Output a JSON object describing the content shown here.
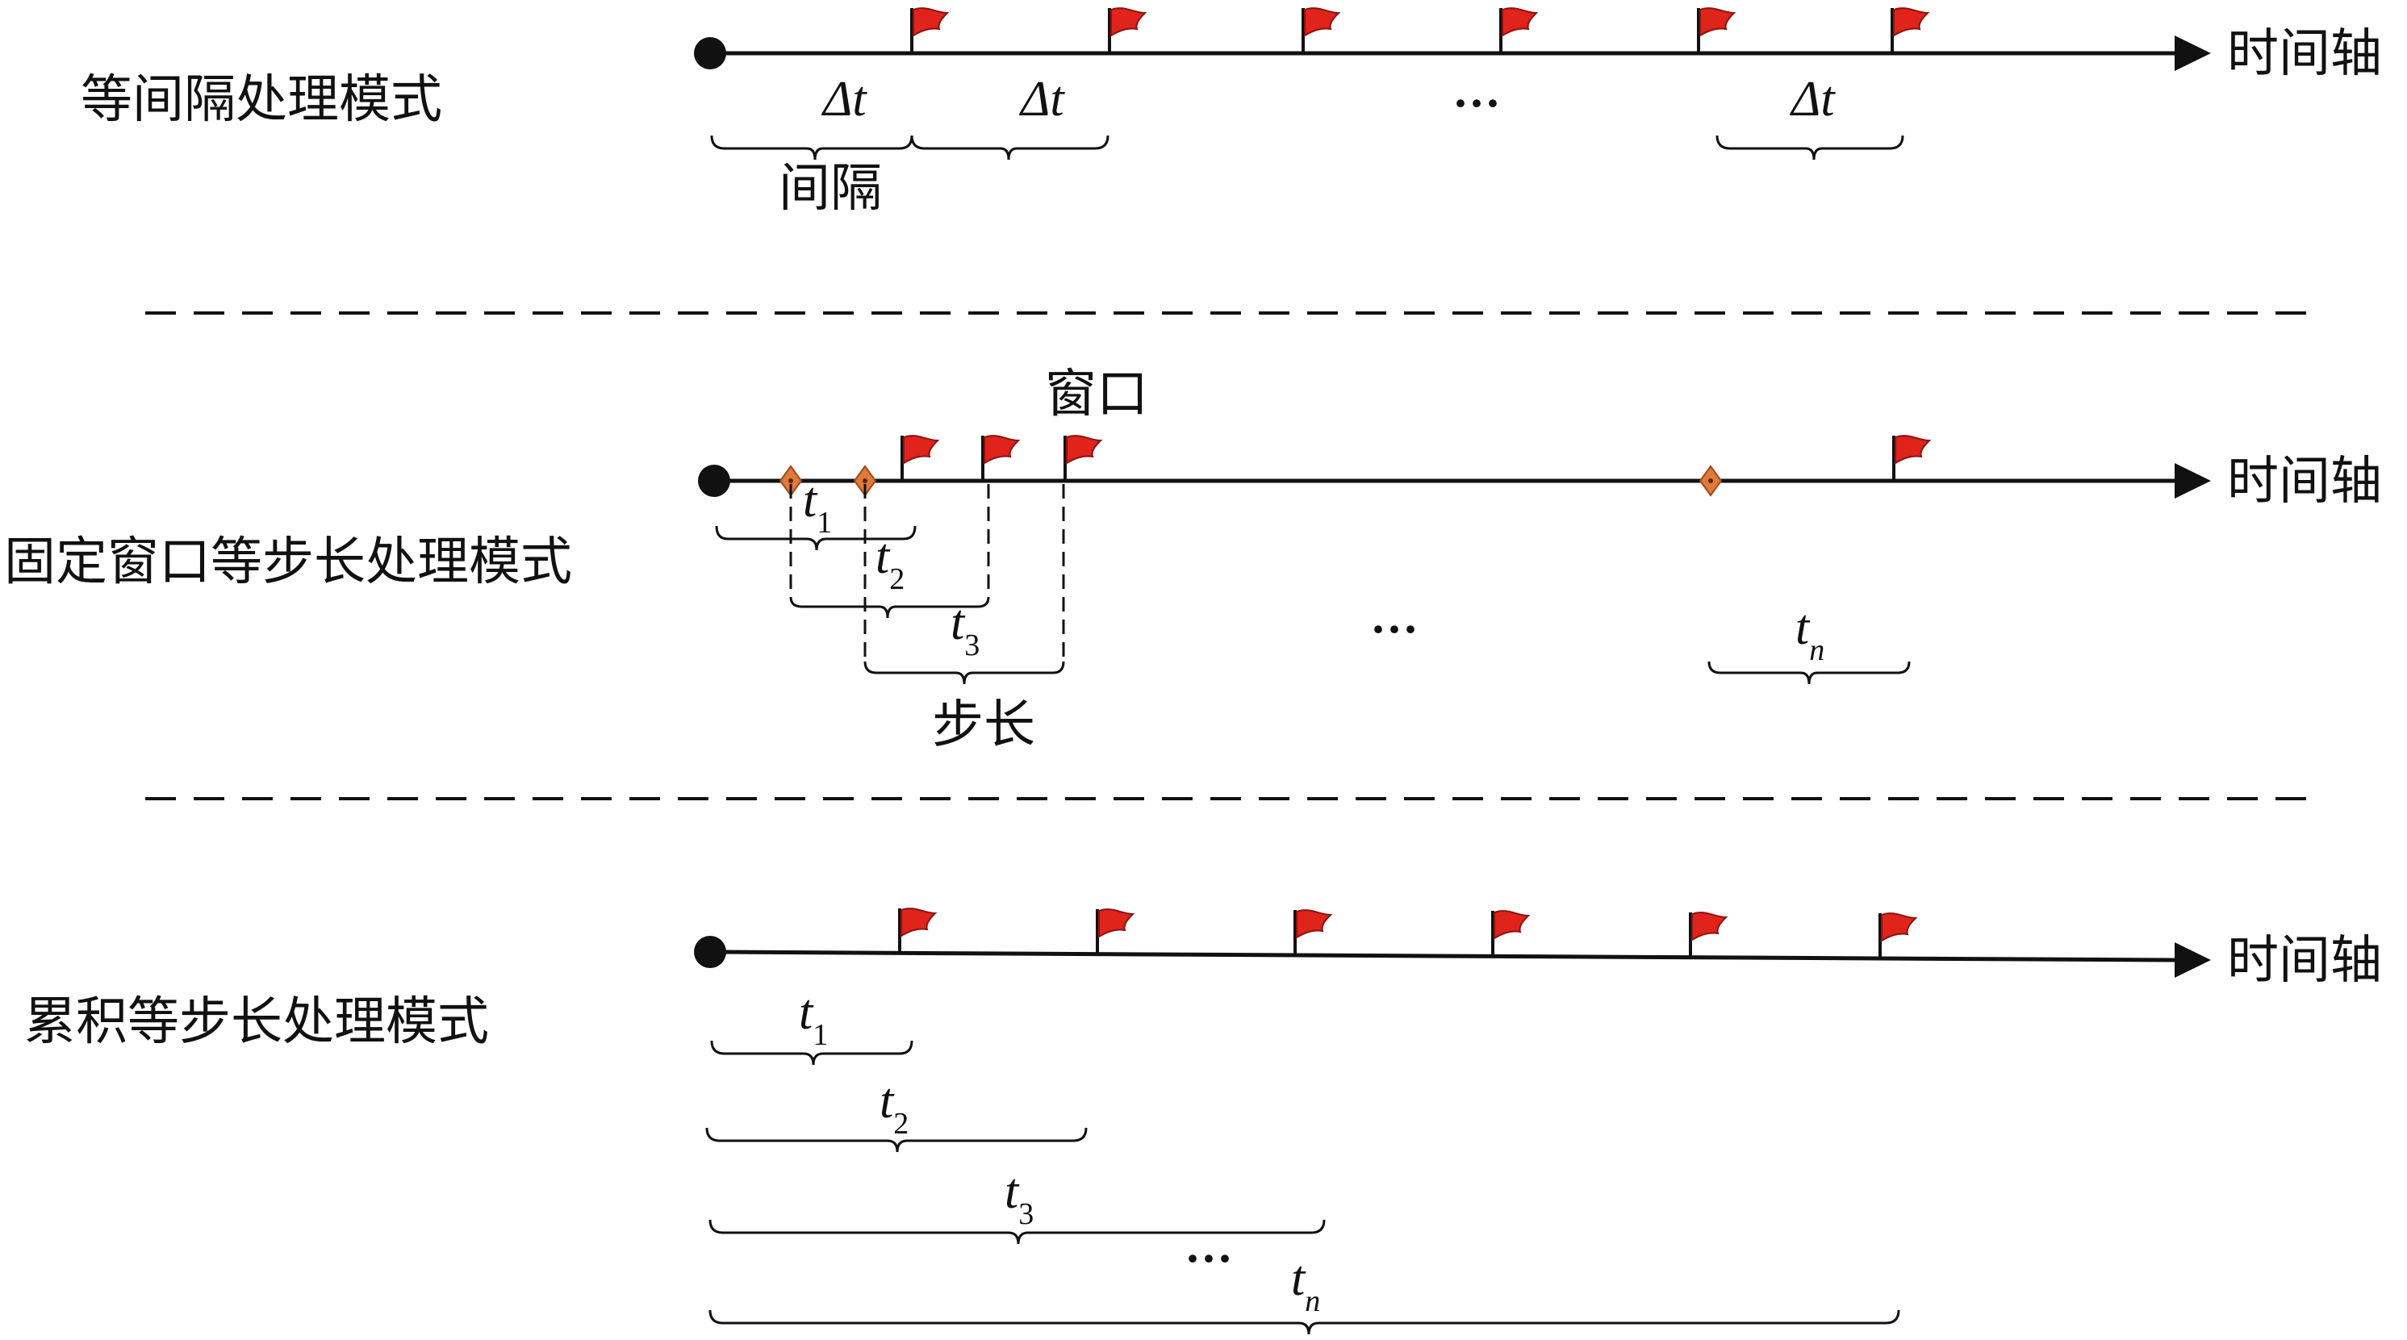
{
  "colors": {
    "line": "#111111",
    "flag": "#e0231b",
    "diamond": "#e07a3c"
  },
  "time_axis_label": "时间轴",
  "modes": {
    "equal_interval": {
      "title": "等间隔处理模式",
      "delta_label": "Δt",
      "interval_label": "间隔",
      "ellipsis": "···"
    },
    "fixed_window": {
      "title": "固定窗口等步长处理模式",
      "window_label": "窗口",
      "step_label": "步长",
      "ellipsis": "···",
      "t_labels": [
        {
          "t": "t",
          "sub": "1"
        },
        {
          "t": "t",
          "sub": "2"
        },
        {
          "t": "t",
          "sub": "3"
        },
        {
          "t": "t",
          "sub": "n"
        }
      ]
    },
    "cumulative": {
      "title": "累积等步长处理模式",
      "ellipsis": "···",
      "t_labels": [
        {
          "t": "t",
          "sub": "1"
        },
        {
          "t": "t",
          "sub": "2"
        },
        {
          "t": "t",
          "sub": "3"
        },
        {
          "t": "t",
          "sub": "n"
        }
      ]
    }
  }
}
